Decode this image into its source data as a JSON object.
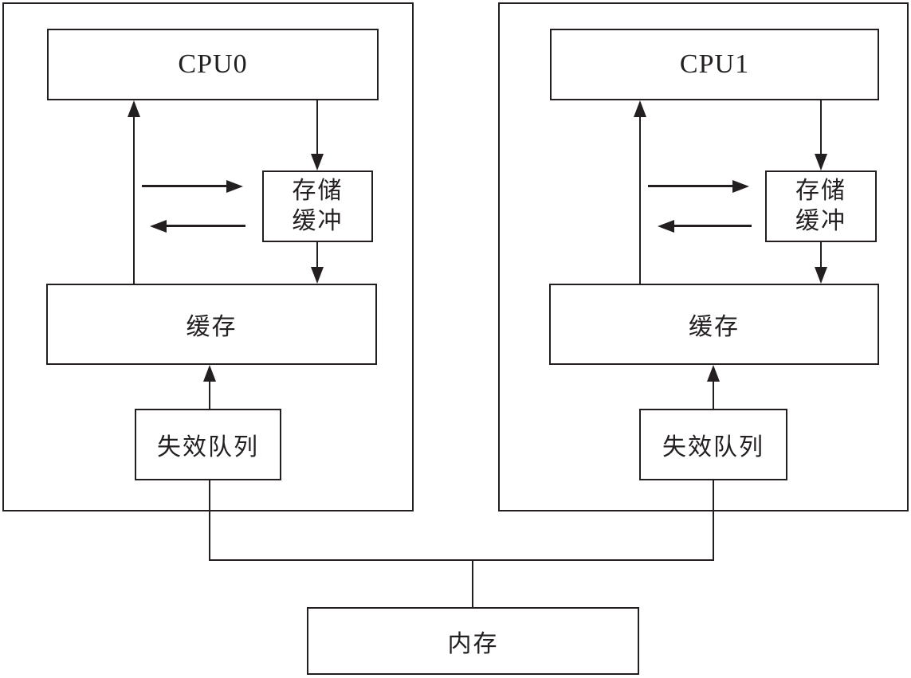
{
  "groups": [
    {
      "cpu_label": "CPU0",
      "store_buffer_line1": "存储",
      "store_buffer_line2": "缓冲",
      "cache_label": "缓存",
      "invalidate_queue_label": "失效队列"
    },
    {
      "cpu_label": "CPU1",
      "store_buffer_line1": "存储",
      "store_buffer_line2": "缓冲",
      "cache_label": "缓存",
      "invalidate_queue_label": "失效队列"
    }
  ],
  "memory_label": "内存",
  "colors": {
    "line": "#231f20",
    "background": "#ffffff"
  }
}
